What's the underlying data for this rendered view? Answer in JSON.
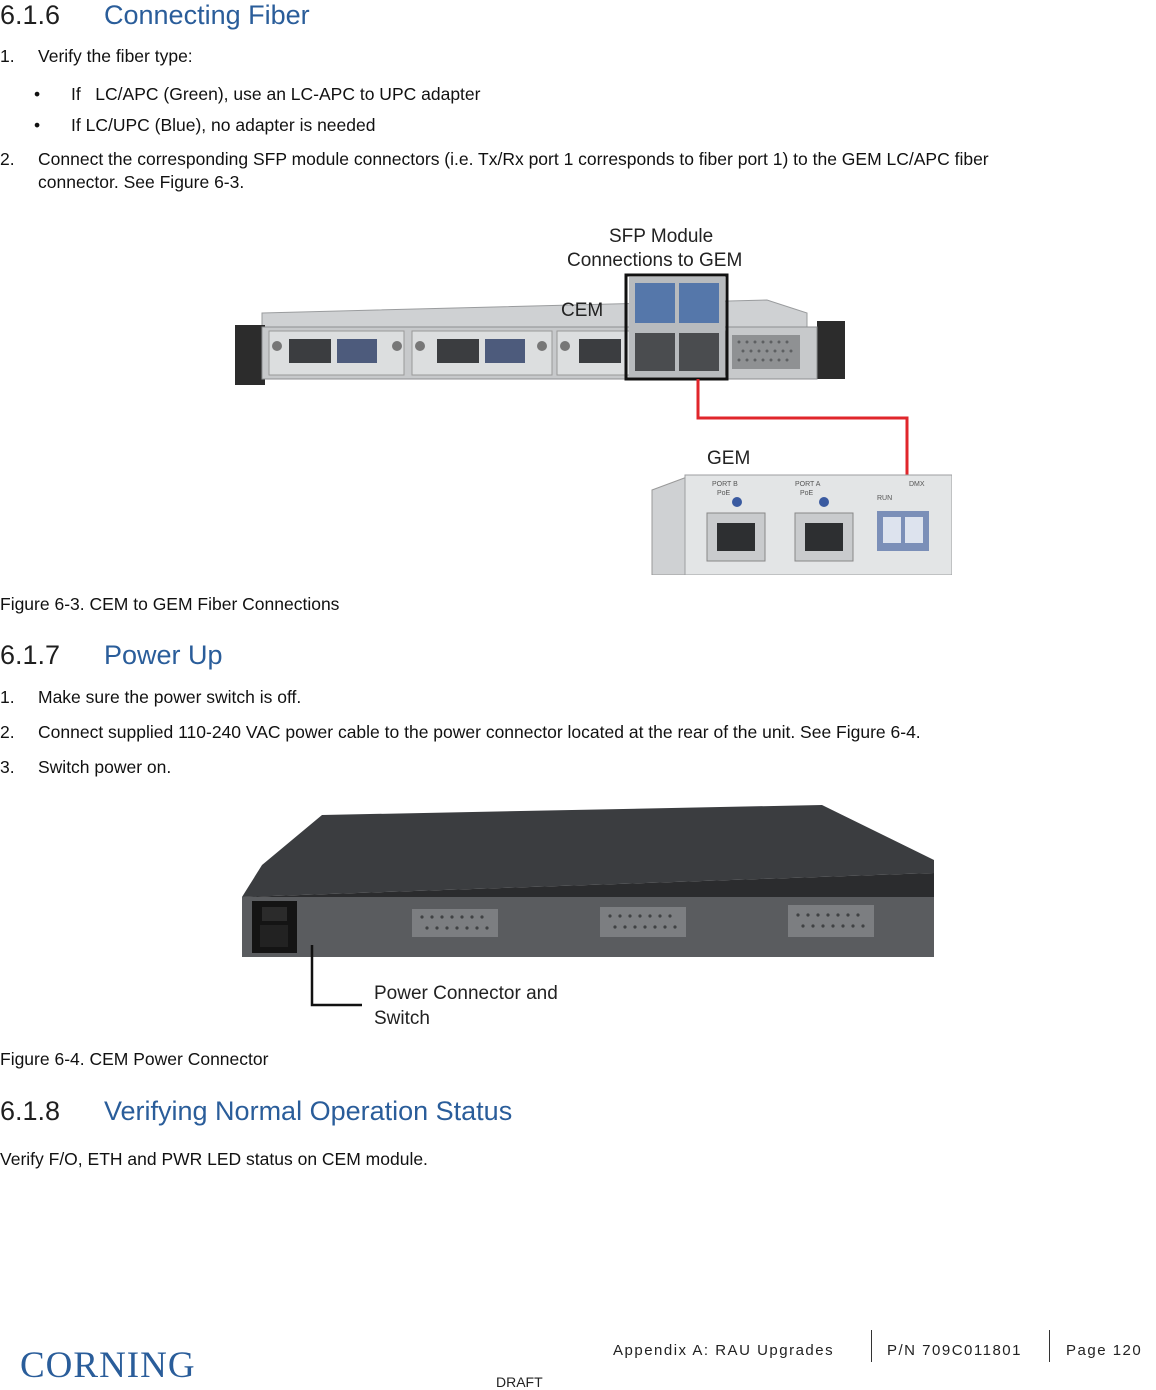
{
  "sections": [
    {
      "number": "6.1.6",
      "title": "Connecting Fiber",
      "steps": [
        {
          "num": "1.",
          "text": "Verify the fiber type:"
        },
        {
          "num": "2.",
          "text": "Connect the corresponding SFP module connectors (i.e. Tx/Rx port 1 corresponds to fiber port 1) to the GEM LC/APC fiber",
          "text2": "connector. See Figure 6-3."
        }
      ],
      "bullets": [
        {
          "mark": "•",
          "text": "If   LC/APC (Green), use an LC-APC to UPC adapter"
        },
        {
          "mark": "•",
          "text": "If LC/UPC (Blue), no adapter is needed"
        }
      ],
      "figure": {
        "caption": "Figure 6-3. CEM to GEM Fiber Connections",
        "labels": {
          "sfp_line1": "SFP Module",
          "sfp_line2": "Connections to GEM",
          "cem": "CEM",
          "gem": "GEM"
        },
        "gem_ports": [
          "PORT B",
          "PoE",
          "PORT A",
          "PoE",
          "RUN",
          "DMX"
        ]
      }
    },
    {
      "number": "6.1.7",
      "title": "Power Up",
      "steps": [
        {
          "num": "1.",
          "text": "Make sure the power switch is off."
        },
        {
          "num": "2.",
          "text": "Connect supplied 110-240 VAC power cable to the power connector located at the rear of the unit. See Figure 6-4."
        },
        {
          "num": "3.",
          "text": "Switch power on."
        }
      ],
      "figure": {
        "caption": "Figure 6-4. CEM Power Connector",
        "labels": {
          "line1": "Power Connector and",
          "line2": "Switch"
        }
      }
    },
    {
      "number": "6.1.8",
      "title": "Verifying Normal Operation Status",
      "body": "Verify F/O, ETH and PWR LED status on CEM module."
    }
  ],
  "footer": {
    "appendix": "Appendix A: RAU Upgrades",
    "part_number": "P/N 709C011801",
    "page": "Page 120",
    "logo": "CORNING",
    "draft": "DRAFT"
  },
  "colors": {
    "heading": "#2a5d9a",
    "callout_line": "#e0262b",
    "box": "#111111"
  }
}
